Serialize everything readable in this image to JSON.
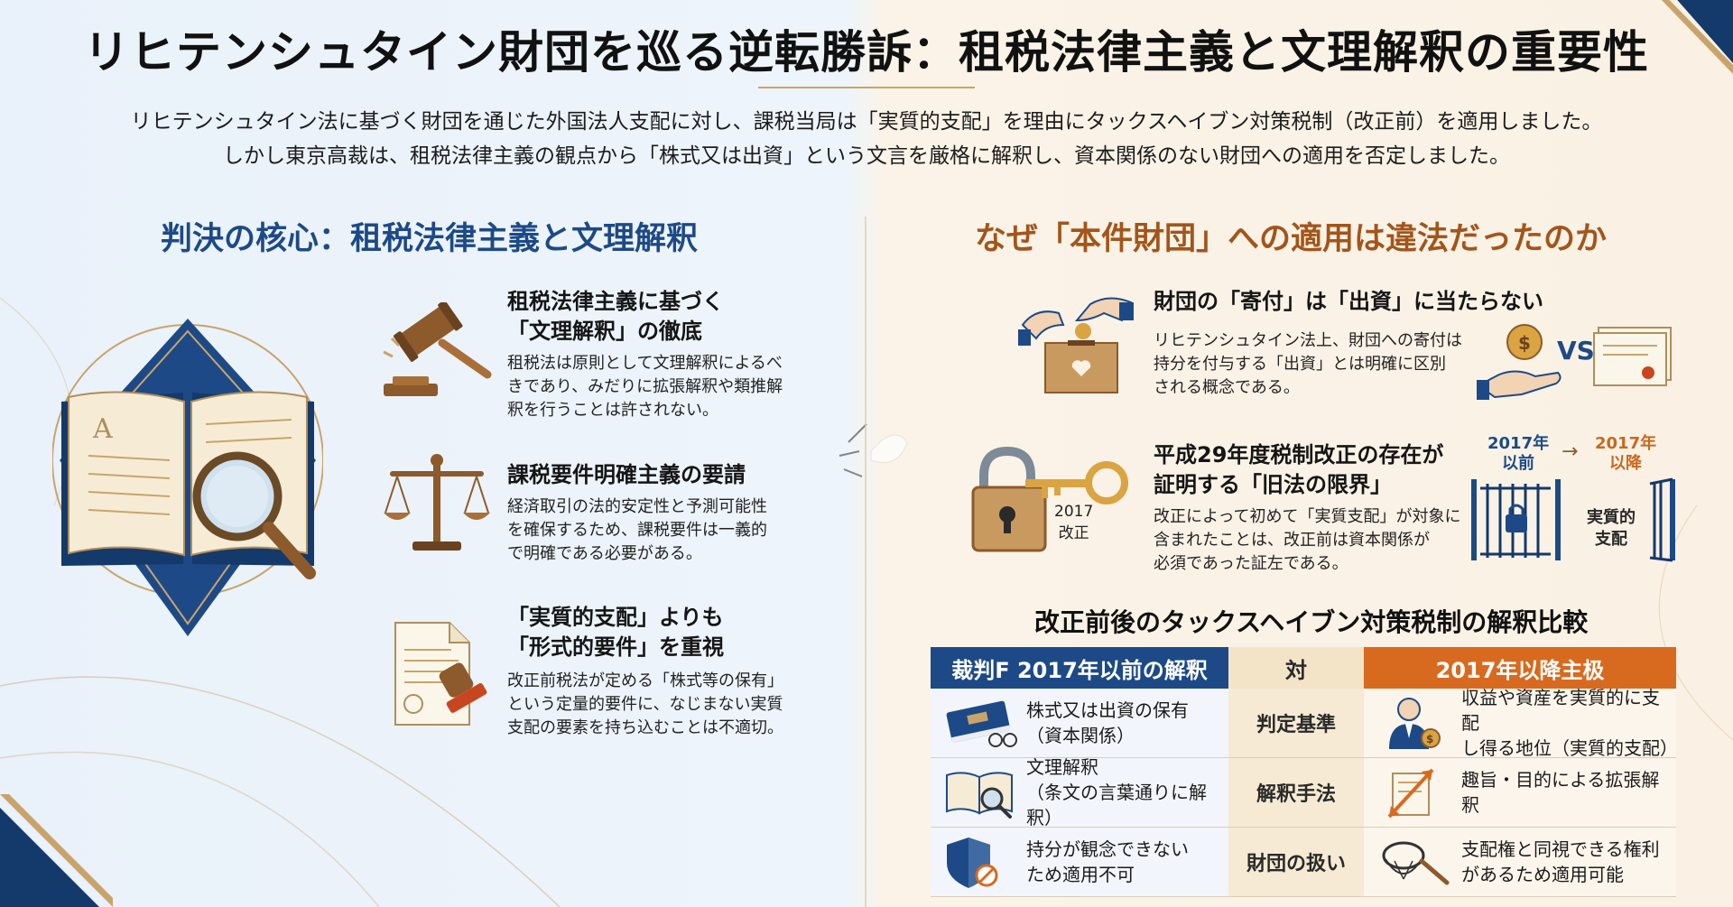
{
  "title": "リヒテンシュタイン財団を巡る逆転勝訴：租税法律主義と文理解釈の重要性",
  "intro": [
    "リヒテンシュタイン法に基づく財団を通じた外国法人支配に対し、課税当局は「実質的支配」を理由にタックスヘイブン対策税制（改正前）を適用しました。",
    "しかし東京高裁は、租税法律主義の観点から「株式又は出資」という文言を厳格に解釈し、資本関係のない財団への適用を否定しました。"
  ],
  "left": {
    "title": "判決の核心：租税法律主義と文理解釈",
    "book_letter": "A",
    "items": [
      {
        "heading": [
          "租税法律主義に基づく",
          "「文理解釈」の徹底"
        ],
        "body": [
          "租税法は原則として文理解釈によるべ",
          "きであり、みだりに拡張解釈や類推解",
          "釈を行うことは許されない。"
        ],
        "icon": "gavel-icon"
      },
      {
        "heading": [
          "課税要件明確主義の要請"
        ],
        "body": [
          "経済取引の法的安定性と予測可能性",
          "を確保するため、課税要件は一義的",
          "で明確である必要がある。"
        ],
        "icon": "scales-icon"
      },
      {
        "heading": [
          "「実質的支配」よりも",
          "「形式的要件」を重視"
        ],
        "body": [
          "改正前税法が定める「株式等の保有」",
          "という定量的要件に、なじまない実質",
          "支配の要素を持ち込むことは不適切。"
        ],
        "icon": "document-stamp-icon"
      }
    ]
  },
  "right": {
    "title": "なぜ「本件財団」への適用は違法だったのか",
    "items": [
      {
        "heading": [
          "財団の「寄付」は「出資」に当たらない"
        ],
        "body": [
          "リヒテンシュタイン法上、財団への寄付は",
          "持分を付与する「出資」とは明確に区別",
          "される概念である。"
        ],
        "vs_label": "VS"
      },
      {
        "heading": [
          "平成29年度税制改正の存在が",
          "証明する「旧法の限界」"
        ],
        "body": [
          "改正によって初めて「実質支配」が対象に",
          "含まれたことは、改正前は資本関係が",
          "必須であった証左である。"
        ],
        "key_label": [
          "2017",
          "改正"
        ],
        "before_label": [
          "2017年",
          "以前"
        ],
        "after_label": [
          "2017年",
          "以降"
        ],
        "gate_label": [
          "実質的",
          "支配"
        ]
      }
    ]
  },
  "comparison": {
    "title": "改正前後のタックスヘイブン対策税制の解釈比較",
    "headers": [
      "裁判F 2017年以前の解釈",
      "対",
      "2017年以降主极"
    ],
    "rows": [
      {
        "left": [
          "株式又は出資の保有",
          "（資本関係）"
        ],
        "mid": "判定基準",
        "right": [
          "収益や資産を実質的に支配",
          "し得る地位（実質的支配）"
        ]
      },
      {
        "left": [
          "文理解釈",
          "（条文の言葉通りに解釈）"
        ],
        "mid": "解釈手法",
        "right": [
          "趣旨・目的による拡張解釈"
        ]
      },
      {
        "left": [
          "持分が観念できない",
          "ため適用不可"
        ],
        "mid": "財団の扱い",
        "right": [
          "支配権と同視できる権利",
          "があるため適用可能"
        ]
      }
    ]
  },
  "colors": {
    "navy": "#1d4a86",
    "orange": "#d86a1f",
    "gold": "#c9a46a",
    "brown": "#a3551a"
  }
}
